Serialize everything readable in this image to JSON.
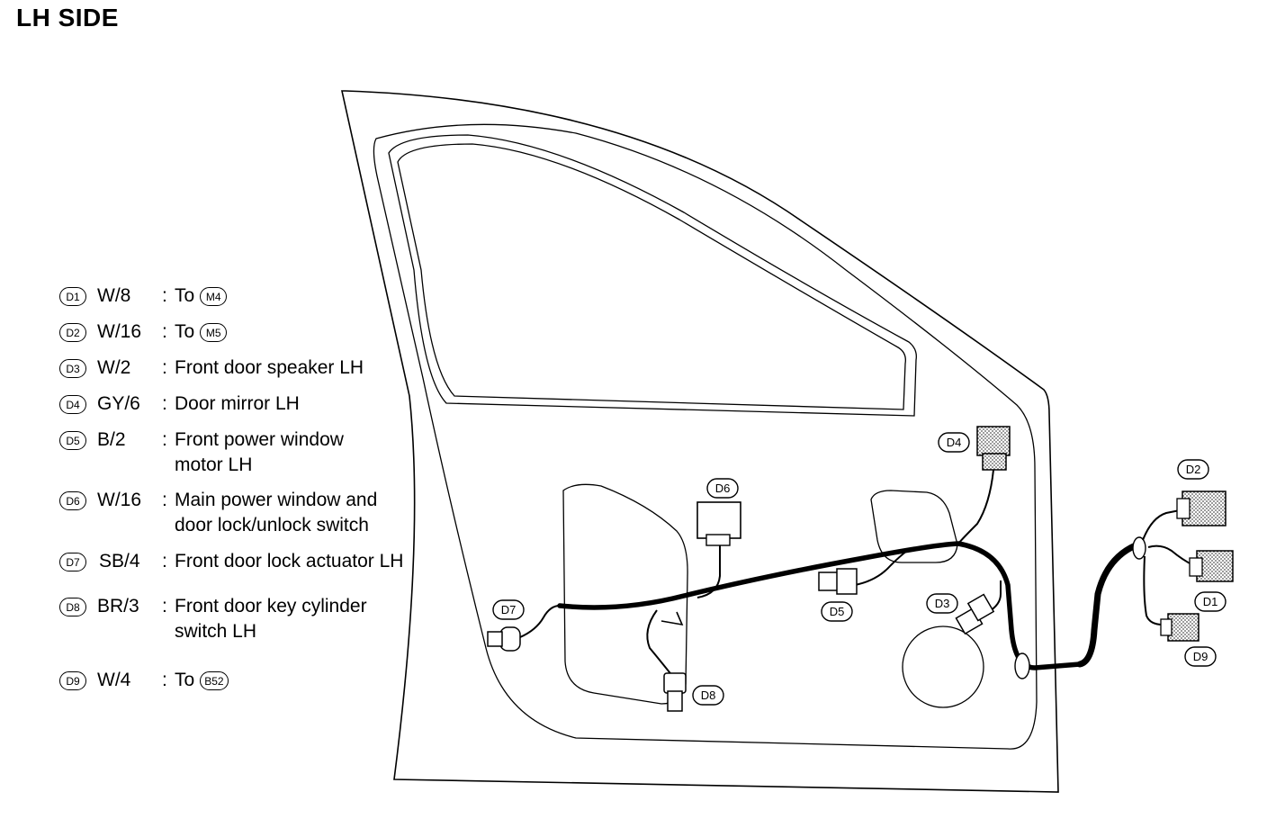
{
  "title": "LH SIDE",
  "legend": [
    {
      "id": "D1",
      "code": "W/8",
      "desc": "To",
      "target": "M4"
    },
    {
      "id": "D2",
      "code": "W/16",
      "desc": "To",
      "target": "M5"
    },
    {
      "id": "D3",
      "code": "W/2",
      "desc": "Front door speaker LH"
    },
    {
      "id": "D4",
      "code": "GY/6",
      "desc": "Door mirror LH"
    },
    {
      "id": "D5",
      "code": "B/2",
      "desc": "Front power window\nmotor LH"
    },
    {
      "id": "D6",
      "code": "W/16",
      "desc": "Main power window and\ndoor lock/unlock switch"
    },
    {
      "id": "D7",
      "code": "SB/4",
      "desc": "Front door lock actuator LH"
    },
    {
      "id": "D8",
      "code": "BR/3",
      "desc": "Front door key cylinder\nswitch LH"
    },
    {
      "id": "D9",
      "code": "W/4",
      "desc": "To",
      "target": "B52"
    }
  ],
  "callouts": {
    "d1": "D1",
    "d2": "D2",
    "d3": "D3",
    "d4": "D4",
    "d5": "D5",
    "d6": "D6",
    "d7": "D7",
    "d8": "D8",
    "d9": "D9"
  }
}
